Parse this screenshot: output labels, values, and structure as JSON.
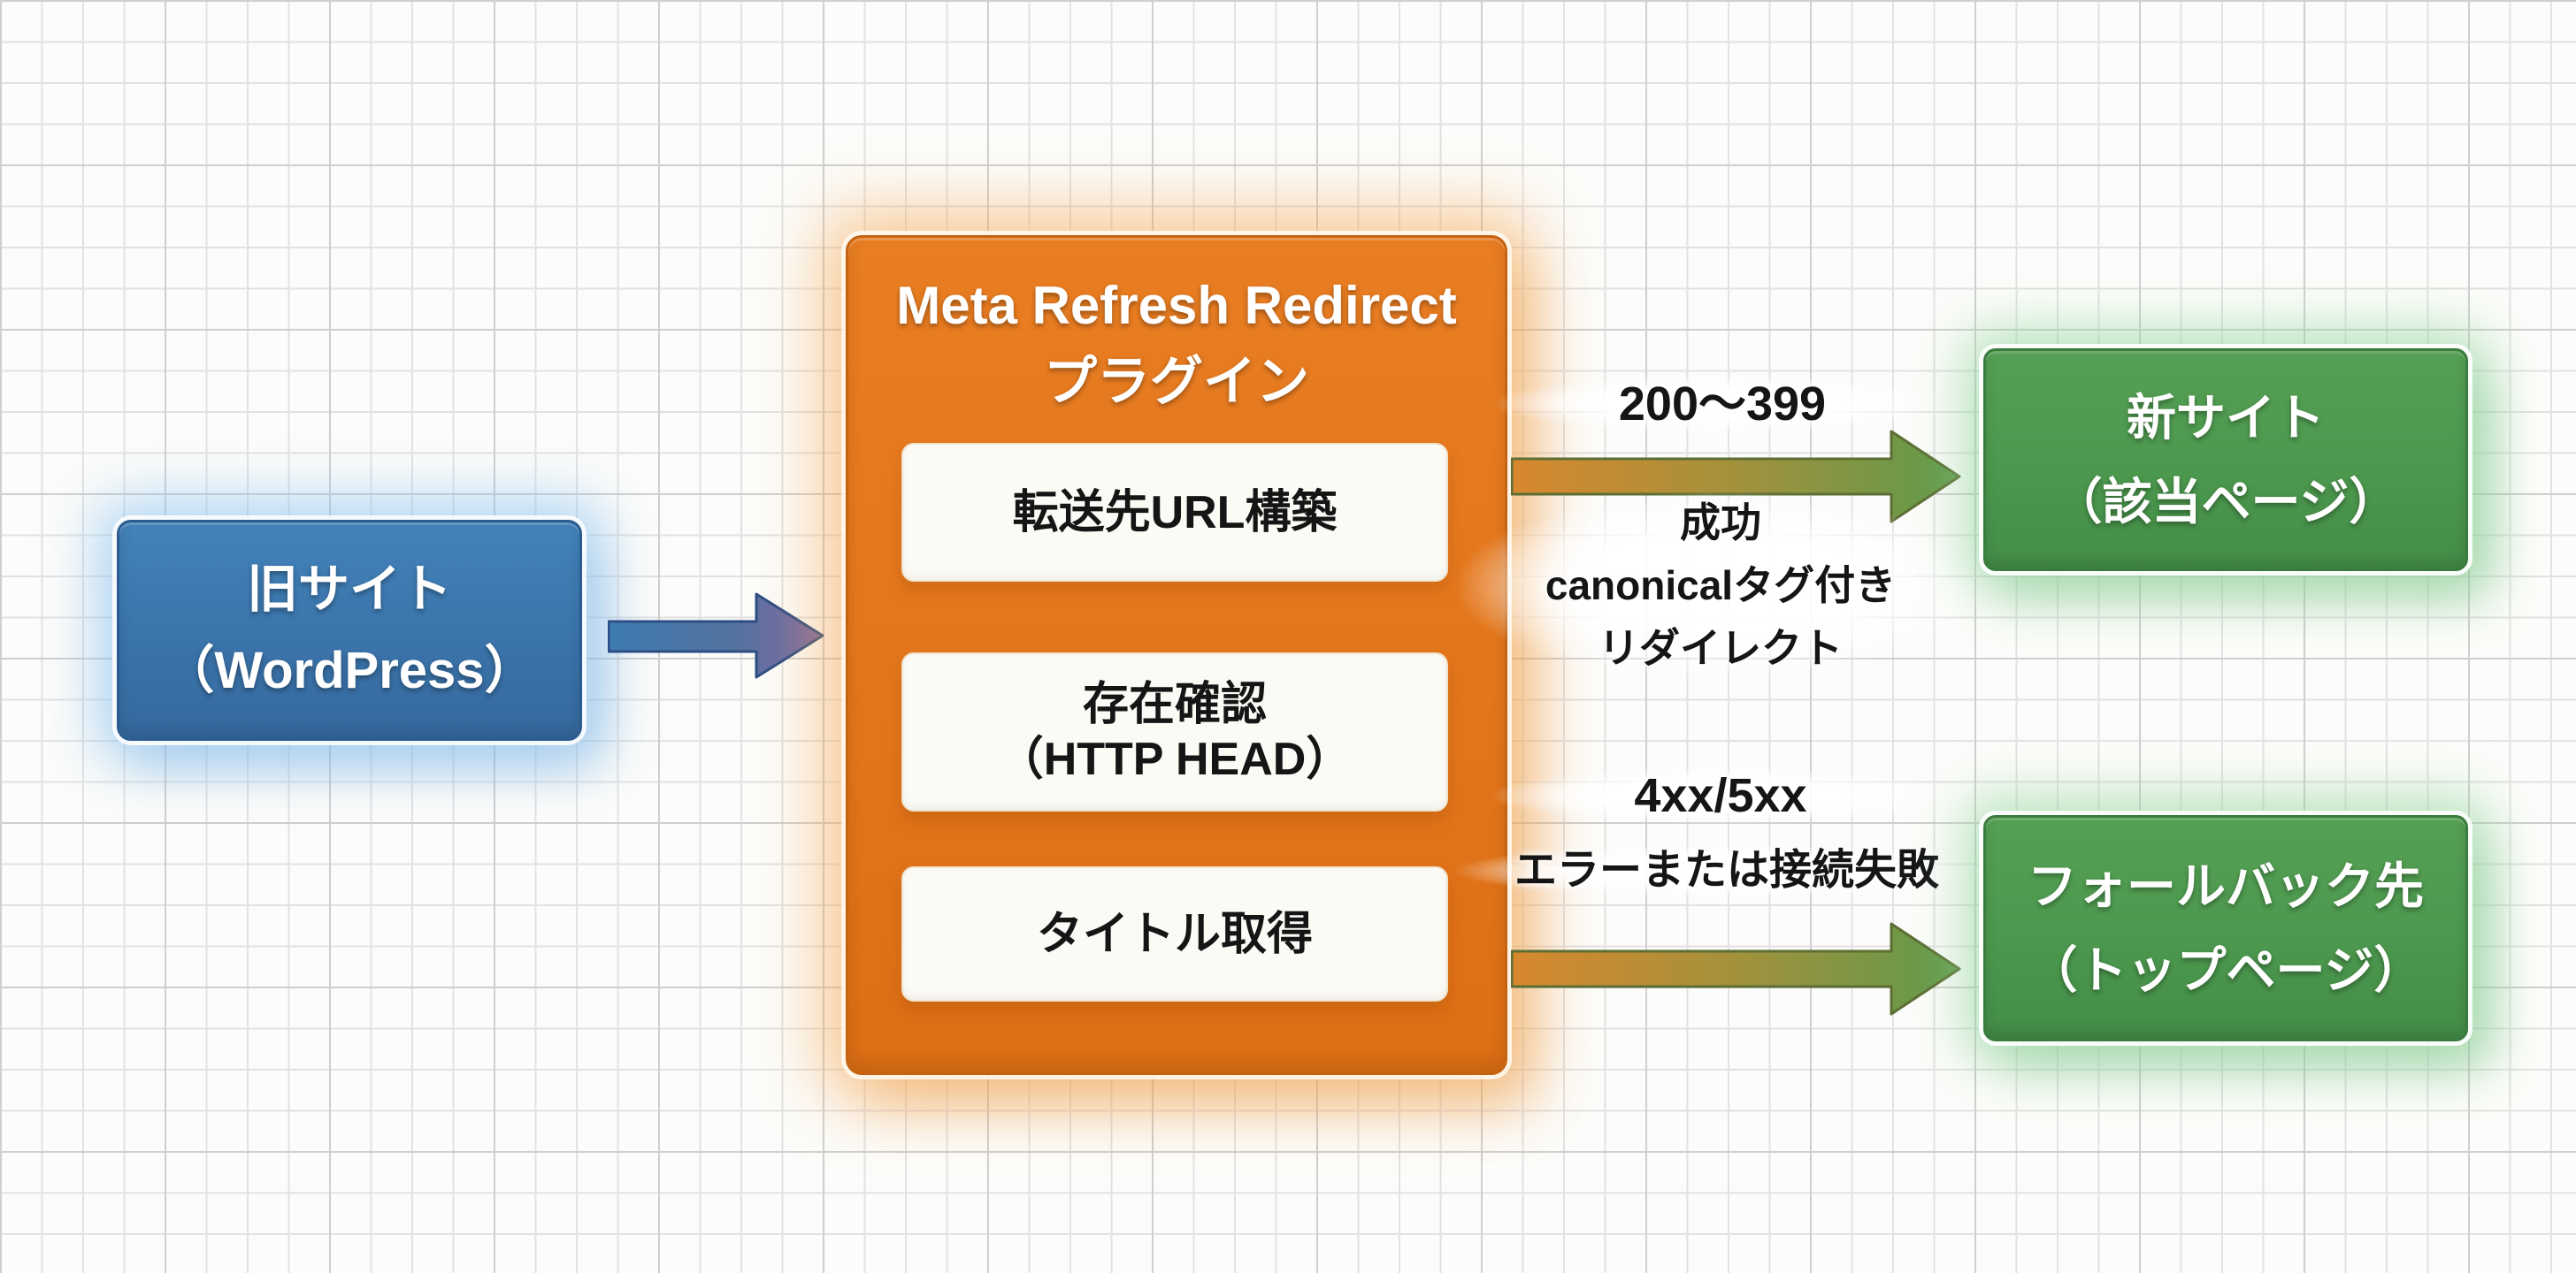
{
  "colors": {
    "source_blue": "#3d7ab2",
    "plugin_orange": "#e5781e",
    "target_green": "#4f9c50",
    "step_background": "#fbfaf5",
    "arrow_gradient_start": "#d8882d",
    "arrow_gradient_end": "#5f9a4b",
    "blue_arrow_start": "#3e7ab2",
    "blue_arrow_end": "#7b68a4",
    "label_text": "#151515"
  },
  "nodes": {
    "source": {
      "line1": "旧サイト",
      "line2": "（WordPress）"
    },
    "plugin": {
      "title_line1": "Meta Refresh Redirect",
      "title_line2": "プラグイン",
      "steps": [
        {
          "line1": "転送先URL構築",
          "line2": ""
        },
        {
          "line1": "存在確認",
          "line2": "（HTTP HEAD）"
        },
        {
          "line1": "タイトル取得",
          "line2": ""
        }
      ]
    },
    "new_site": {
      "line1": "新サイト",
      "line2": "（該当ページ）"
    },
    "fallback": {
      "line1": "フォールバック先",
      "line2": "（トップページ）"
    }
  },
  "edges": {
    "success": {
      "status": "200〜399",
      "note_line1": "成功",
      "note_line2": "canonicalタグ付き",
      "note_line3": "リダイレクト"
    },
    "failure": {
      "status": "4xx/5xx",
      "note_line1": "エラーまたは接続失敗"
    }
  }
}
